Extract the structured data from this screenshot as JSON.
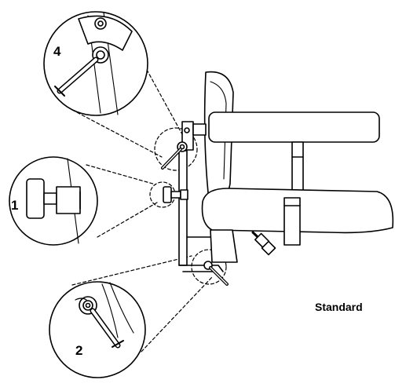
{
  "diagram": {
    "caption": "Standard",
    "callouts": [
      {
        "number": "4"
      },
      {
        "number": "1"
      },
      {
        "number": "2"
      }
    ],
    "colors": {
      "line": "#000000",
      "fill": "#ffffff"
    }
  }
}
